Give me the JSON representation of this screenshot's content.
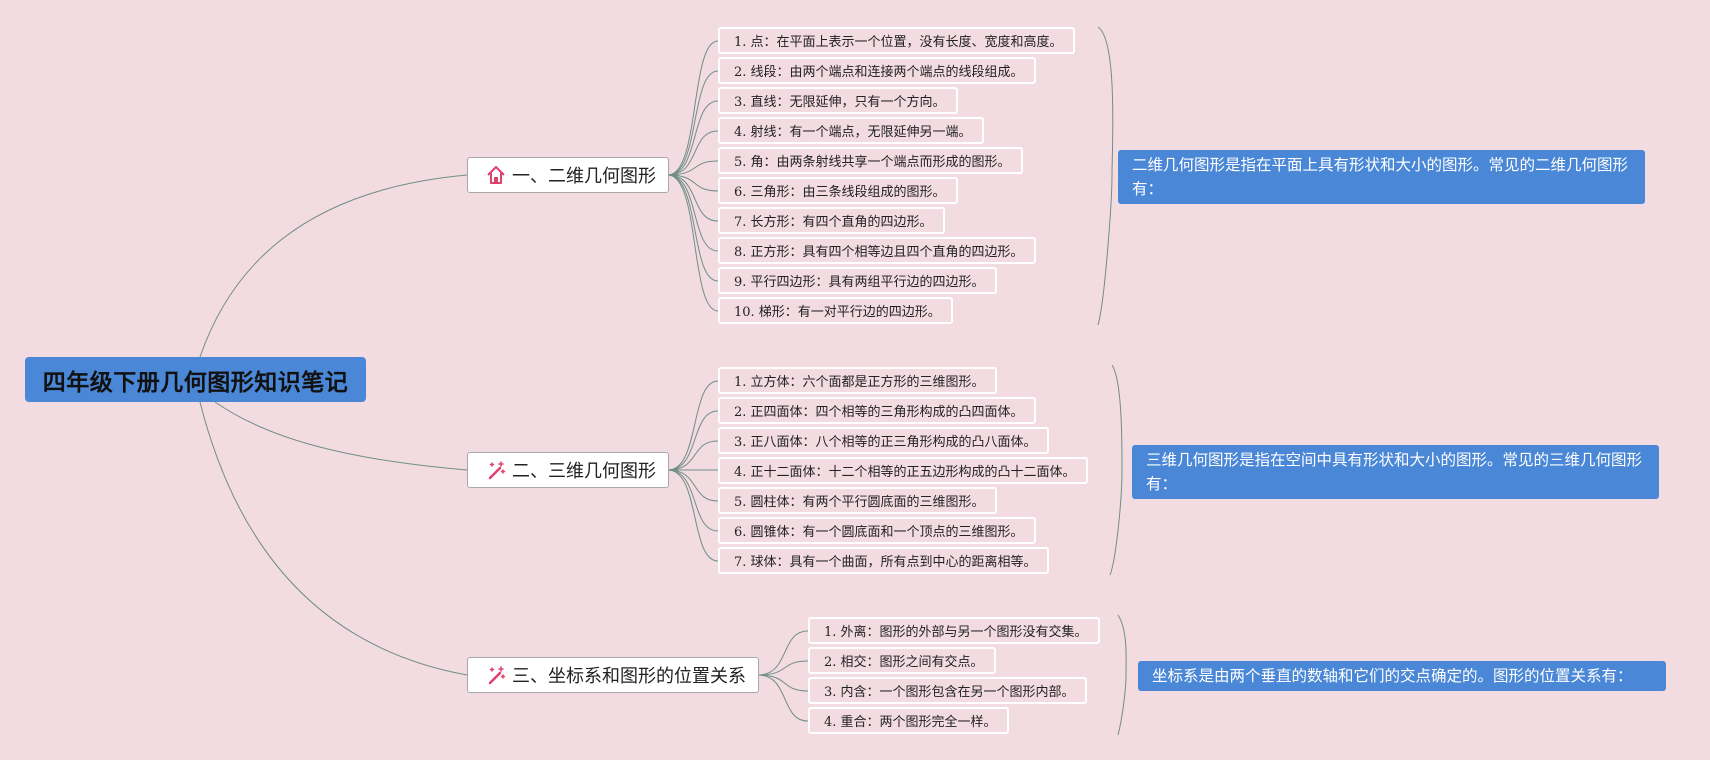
{
  "root": {
    "title": "四年级下册几何图形知识笔记"
  },
  "branches": [
    {
      "title": "一、二维几何图形",
      "icon": "home-icon",
      "items": [
        "1. 点：在平面上表示一个位置，没有长度、宽度和高度。",
        "2. 线段：由两个端点和连接两个端点的线段组成。",
        "3. 直线：无限延伸，只有一个方向。",
        "4. 射线：有一个端点，无限延伸另一端。",
        "5. 角：由两条射线共享一个端点而形成的图形。",
        "6. 三角形：由三条线段组成的图形。",
        "7. 长方形：有四个直角的四边形。",
        "8. 正方形：具有四个相等边且四个直角的四边形。",
        "9. 平行四边形：具有两组平行边的四边形。",
        "10. 梯形：有一对平行边的四边形。"
      ],
      "summary": "二维几何图形是指在平面上具有形状和大小的图形。常见的二维几何图形有："
    },
    {
      "title": "二、三维几何图形",
      "icon": "magic-wand-icon",
      "items": [
        "1. 立方体：六个面都是正方形的三维图形。",
        "2. 正四面体：四个相等的三角形构成的凸四面体。",
        "3. 正八面体：八个相等的正三角形构成的凸八面体。",
        "4. 正十二面体：十二个相等的正五边形构成的凸十二面体。",
        "5. 圆柱体：有两个平行圆底面的三维图形。",
        "6. 圆锥体：有一个圆底面和一个顶点的三维图形。",
        "7. 球体：具有一个曲面，所有点到中心的距离相等。"
      ],
      "summary": "三维几何图形是指在空间中具有形状和大小的图形。常见的三维几何图形有："
    },
    {
      "title": "三、坐标系和图形的位置关系",
      "icon": "magic-wand-icon",
      "items": [
        "1. 外离：图形的外部与另一个图形没有交集。",
        "2. 相交：图形之间有交点。",
        "3. 内含：一个图形包含在另一个图形内部。",
        "4. 重合：两个图形完全一样。"
      ],
      "summary": "坐标系是由两个垂直的数轴和它们的交点确定的。图形的位置关系有："
    }
  ],
  "colors": {
    "background": "#f3dbe2",
    "root": "#4a87d6",
    "summary": "#4a87d6",
    "connector": "#6f8f84",
    "icon": "#e0406e"
  }
}
